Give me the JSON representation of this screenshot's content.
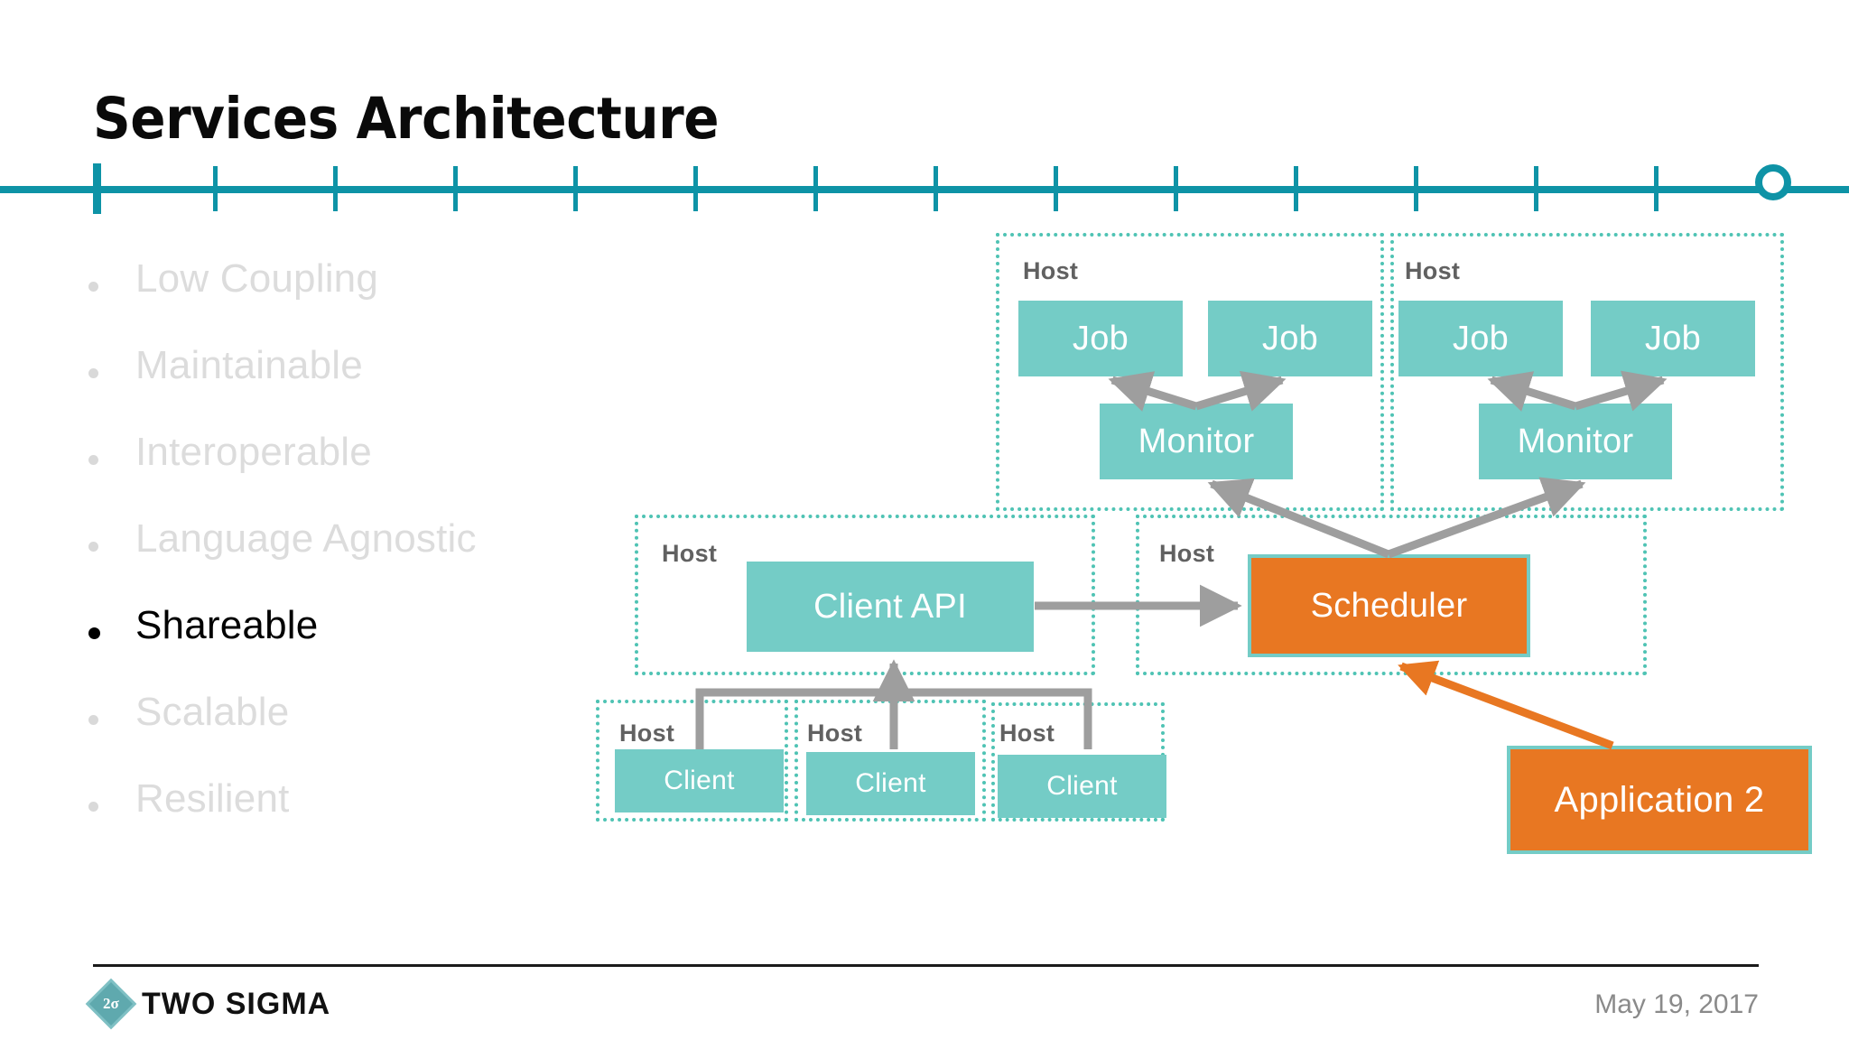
{
  "slide": {
    "title": "Services Architecture",
    "accent_color": "#0E93A6",
    "node_color": "#74CCC6",
    "highlight_color": "#E87722",
    "host_border_color": "#4FC3B4",
    "muted_text_color": "#DCDCDC"
  },
  "timeline": {
    "tick_count": 14,
    "active_tick_index": 0,
    "knob": "timeline-end-knob"
  },
  "bullets": [
    {
      "label": "Low Coupling",
      "active": false
    },
    {
      "label": "Maintainable",
      "active": false
    },
    {
      "label": "Interoperable",
      "active": false
    },
    {
      "label": "Language Agnostic",
      "active": false
    },
    {
      "label": "Shareable",
      "active": true
    },
    {
      "label": "Scalable",
      "active": false
    },
    {
      "label": "Resilient",
      "active": false
    }
  ],
  "diagram": {
    "host_label": "Host",
    "hosts": [
      {
        "id": "host-jobs-1",
        "label": "Host",
        "nodes": [
          "Job",
          "Job",
          "Monitor"
        ]
      },
      {
        "id": "host-jobs-2",
        "label": "Host",
        "nodes": [
          "Job",
          "Job",
          "Monitor"
        ]
      },
      {
        "id": "host-clientapi",
        "label": "Host",
        "nodes": [
          "Client API"
        ]
      },
      {
        "id": "host-scheduler",
        "label": "Host",
        "nodes": [
          "Scheduler"
        ]
      },
      {
        "id": "host-client-1",
        "label": "Host",
        "nodes": [
          "Client"
        ]
      },
      {
        "id": "host-client-2",
        "label": "Host",
        "nodes": [
          "Client"
        ]
      },
      {
        "id": "host-client-3",
        "label": "Host",
        "nodes": [
          "Client"
        ]
      }
    ],
    "nodes": {
      "job_1a": "Job",
      "job_1b": "Job",
      "monitor_1": "Monitor",
      "job_2a": "Job",
      "job_2b": "Job",
      "monitor_2": "Monitor",
      "client_api": "Client API",
      "scheduler": "Scheduler",
      "client_1": "Client",
      "client_2": "Client",
      "client_3": "Client",
      "application_2": "Application 2"
    },
    "connector_color": "#9E9E9E",
    "highlight_connector_color": "#E87722"
  },
  "footer": {
    "logo_mark": "2σ",
    "logo_text": "TWO SIGMA",
    "date": "May 19, 2017"
  }
}
